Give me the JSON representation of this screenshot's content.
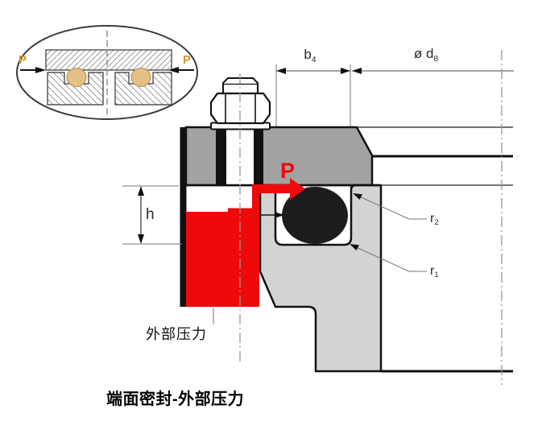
{
  "figure": {
    "kind": "o-ring-face-seal-cross-section",
    "caption": "端面密封-外部压力"
  },
  "inset": {
    "pressure_left": "P",
    "pressure_right": "P"
  },
  "dimensions": {
    "groove_width": {
      "base": "b",
      "sub": "4"
    },
    "seal_diameter": {
      "base": "ø d",
      "sub": "8"
    },
    "groove_depth": "h",
    "radius_top": {
      "base": "r",
      "sub": "2"
    },
    "radius_bottom": {
      "base": "r",
      "sub": "1"
    }
  },
  "pressure": {
    "symbol": "P",
    "region_label": "外部压力"
  },
  "colors": {
    "red": "#ee0a0a",
    "plate": "#a2a2a2",
    "flange": "#d3d3d3",
    "oring": "#1d1d1d",
    "tan": "#e6bf84",
    "gold": "#cc9933",
    "line": "#111111",
    "thin": "#777777",
    "center": "#999999"
  }
}
